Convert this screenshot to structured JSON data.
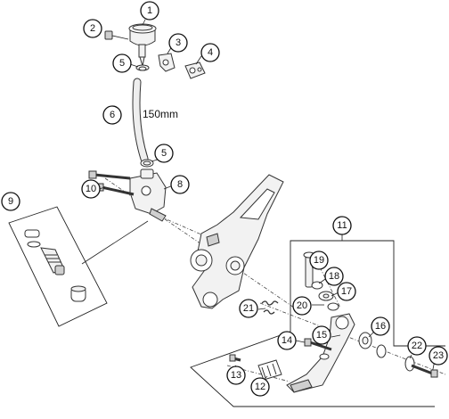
{
  "callouts": [
    {
      "id": "c1",
      "label": "1"
    },
    {
      "id": "c2",
      "label": "2"
    },
    {
      "id": "c3",
      "label": "3"
    },
    {
      "id": "c4",
      "label": "4"
    },
    {
      "id": "c5a",
      "label": "5"
    },
    {
      "id": "c6",
      "label": "6"
    },
    {
      "id": "c5b",
      "label": "5"
    },
    {
      "id": "c8",
      "label": "8"
    },
    {
      "id": "c9",
      "label": "9"
    },
    {
      "id": "c10",
      "label": "10"
    },
    {
      "id": "c11",
      "label": "11"
    },
    {
      "id": "c12",
      "label": "12"
    },
    {
      "id": "c13",
      "label": "13"
    },
    {
      "id": "c14",
      "label": "14"
    },
    {
      "id": "c15",
      "label": "15"
    },
    {
      "id": "c16",
      "label": "16"
    },
    {
      "id": "c17",
      "label": "17"
    },
    {
      "id": "c18",
      "label": "18"
    },
    {
      "id": "c19",
      "label": "19"
    },
    {
      "id": "c20",
      "label": "20"
    },
    {
      "id": "c21",
      "label": "21"
    },
    {
      "id": "c22",
      "label": "22"
    },
    {
      "id": "c23",
      "label": "23"
    }
  ],
  "hose_length": "150mm"
}
